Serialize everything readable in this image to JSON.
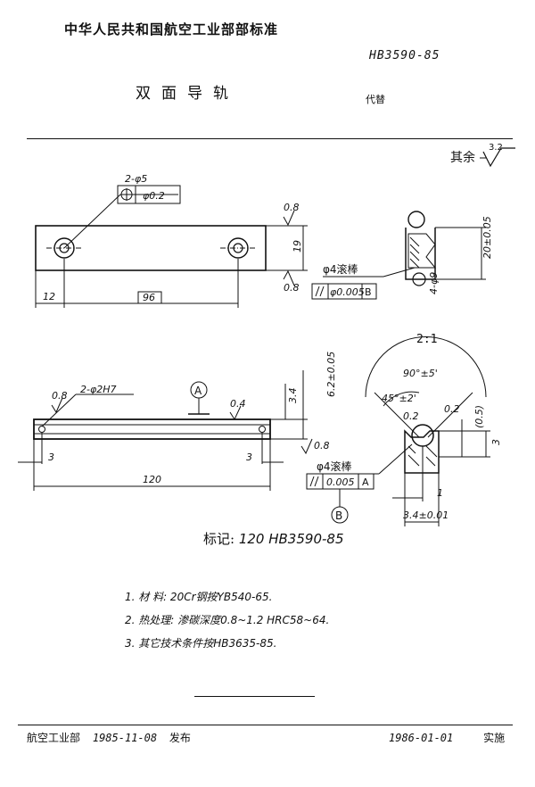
{
  "header": {
    "organization": "中华人民共和国航空工业部部标准",
    "title": "双面导轨",
    "standard_no": "HB3590-85",
    "replaces": "代替"
  },
  "surface_finish": {
    "label": "其余",
    "value": "3.2"
  },
  "views": {
    "top_view": {
      "hole_callout": "2-φ5",
      "position_tol": "φ0.2",
      "width": "19",
      "offset": "12",
      "spacing": "96",
      "roughness_top": "0.8",
      "roughness_bottom": "0.8"
    },
    "section_detail": {
      "height_dim": "20±0.05",
      "hole_dim": "4-φ9",
      "ball_label": "φ4滚棒",
      "parallel_tol": "φ0.005",
      "datum": "B",
      "scale": "2:1"
    },
    "front_view": {
      "pin_holes": "2-φ2H7",
      "roughness_left": "0.8",
      "roughness_mid": "0.4",
      "roughness_right": "0.8",
      "datum_a": "A",
      "height_small": "3.4",
      "height_tol": "6.2±0.05",
      "edge_left": "3",
      "edge_right": "3",
      "length": "120",
      "ball_label": "φ4滚棒",
      "parallel_tol": "0.005",
      "parallel_datum": "A",
      "datum_b": "B"
    },
    "groove_detail": {
      "angle_total": "90°±5'",
      "angle_half": "45°±2'",
      "roughness_1": "0.2",
      "roughness_2": "0.2",
      "ref_dim": "(0.5)",
      "depth": "3",
      "width_small": "1",
      "width_tol": "3.4±0.01"
    }
  },
  "marking": {
    "label": "标记:",
    "value": "120  HB3590-85"
  },
  "notes": [
    "1.  材  料:  20Cr钢按YB540-65.",
    "2.  热处理:  渗碳深度0.8~1.2  HRC58~64.",
    "3.  其它技术条件按HB3635-85."
  ],
  "footer": {
    "issuer": "航空工业部",
    "issue_date": "1985-11-08",
    "issue_label": "发布",
    "effective_date": "1986-01-01",
    "effective_label": "实施"
  }
}
